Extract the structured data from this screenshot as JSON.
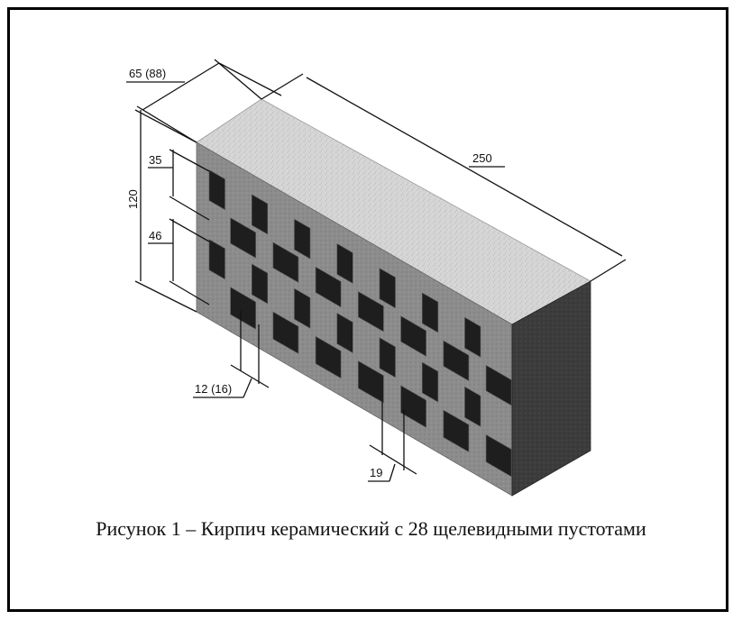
{
  "figure": {
    "caption": "Рисунок 1 – Кирпич керамический с 28 щелевидными пустотами",
    "dimensions": {
      "width": "65 (88)",
      "length": "250",
      "height": "120",
      "void_height_top": "35",
      "void_height_bottom": "46",
      "void_width": "12 (16)",
      "rib": "19"
    },
    "void_count": 28
  }
}
